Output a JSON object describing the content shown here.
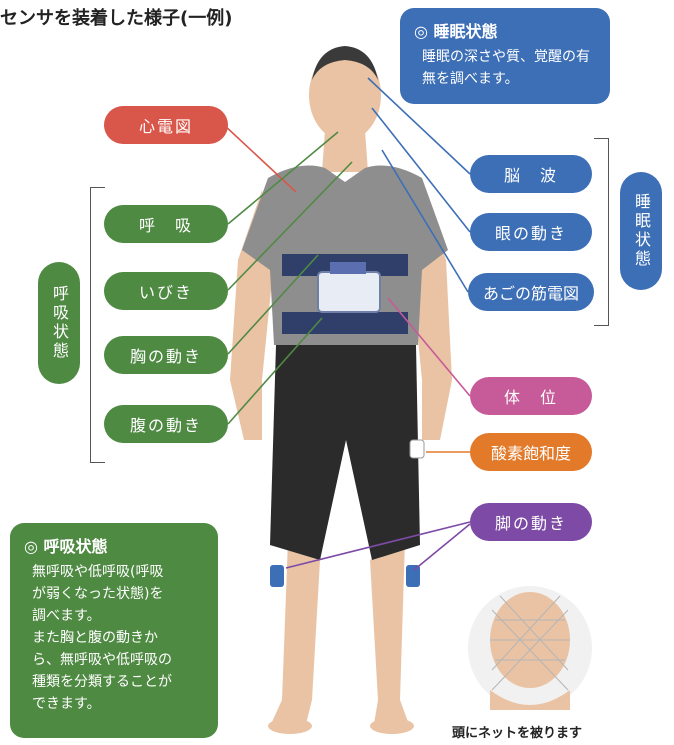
{
  "title": "センサを装着した様子(一例)",
  "sleep_box": {
    "heading": "◎ 睡眠状態",
    "body": "睡眠の深さや質、覚醒の有無を調べます。"
  },
  "resp_box": {
    "heading": "◎ 呼吸状態",
    "line1": "無呼吸や低呼吸(呼吸",
    "line2": "が弱くなった状態)を",
    "line3": "調べます。",
    "line4": "また胸と腹の動きか",
    "line5": "ら、無呼吸や低呼吸の",
    "line6": "種類を分類することが",
    "line7": "できます。"
  },
  "labels": {
    "ecg": "心電図",
    "breath": "呼　吸",
    "snore": "いびき",
    "chest": "胸の動き",
    "abdomen": "腹の動き",
    "eeg": "脳　波",
    "eye": "眼の動き",
    "jaw": "あごの筋電図",
    "position": "体　位",
    "spo2": "酸素飽和度",
    "leg": "脚の動き",
    "group_resp": "呼吸状態",
    "group_sleep": "睡眠状態"
  },
  "caption": "頭にネットを被ります",
  "colors": {
    "green": "#4f8a43",
    "blue": "#3d6fb6",
    "red": "#d9574a",
    "pink": "#c75a98",
    "orange": "#e37a2a",
    "purple": "#7d4aa6",
    "shirt": "#8e8e8e",
    "shorts": "#2b2b2b",
    "skin": "#e9c3a4"
  }
}
